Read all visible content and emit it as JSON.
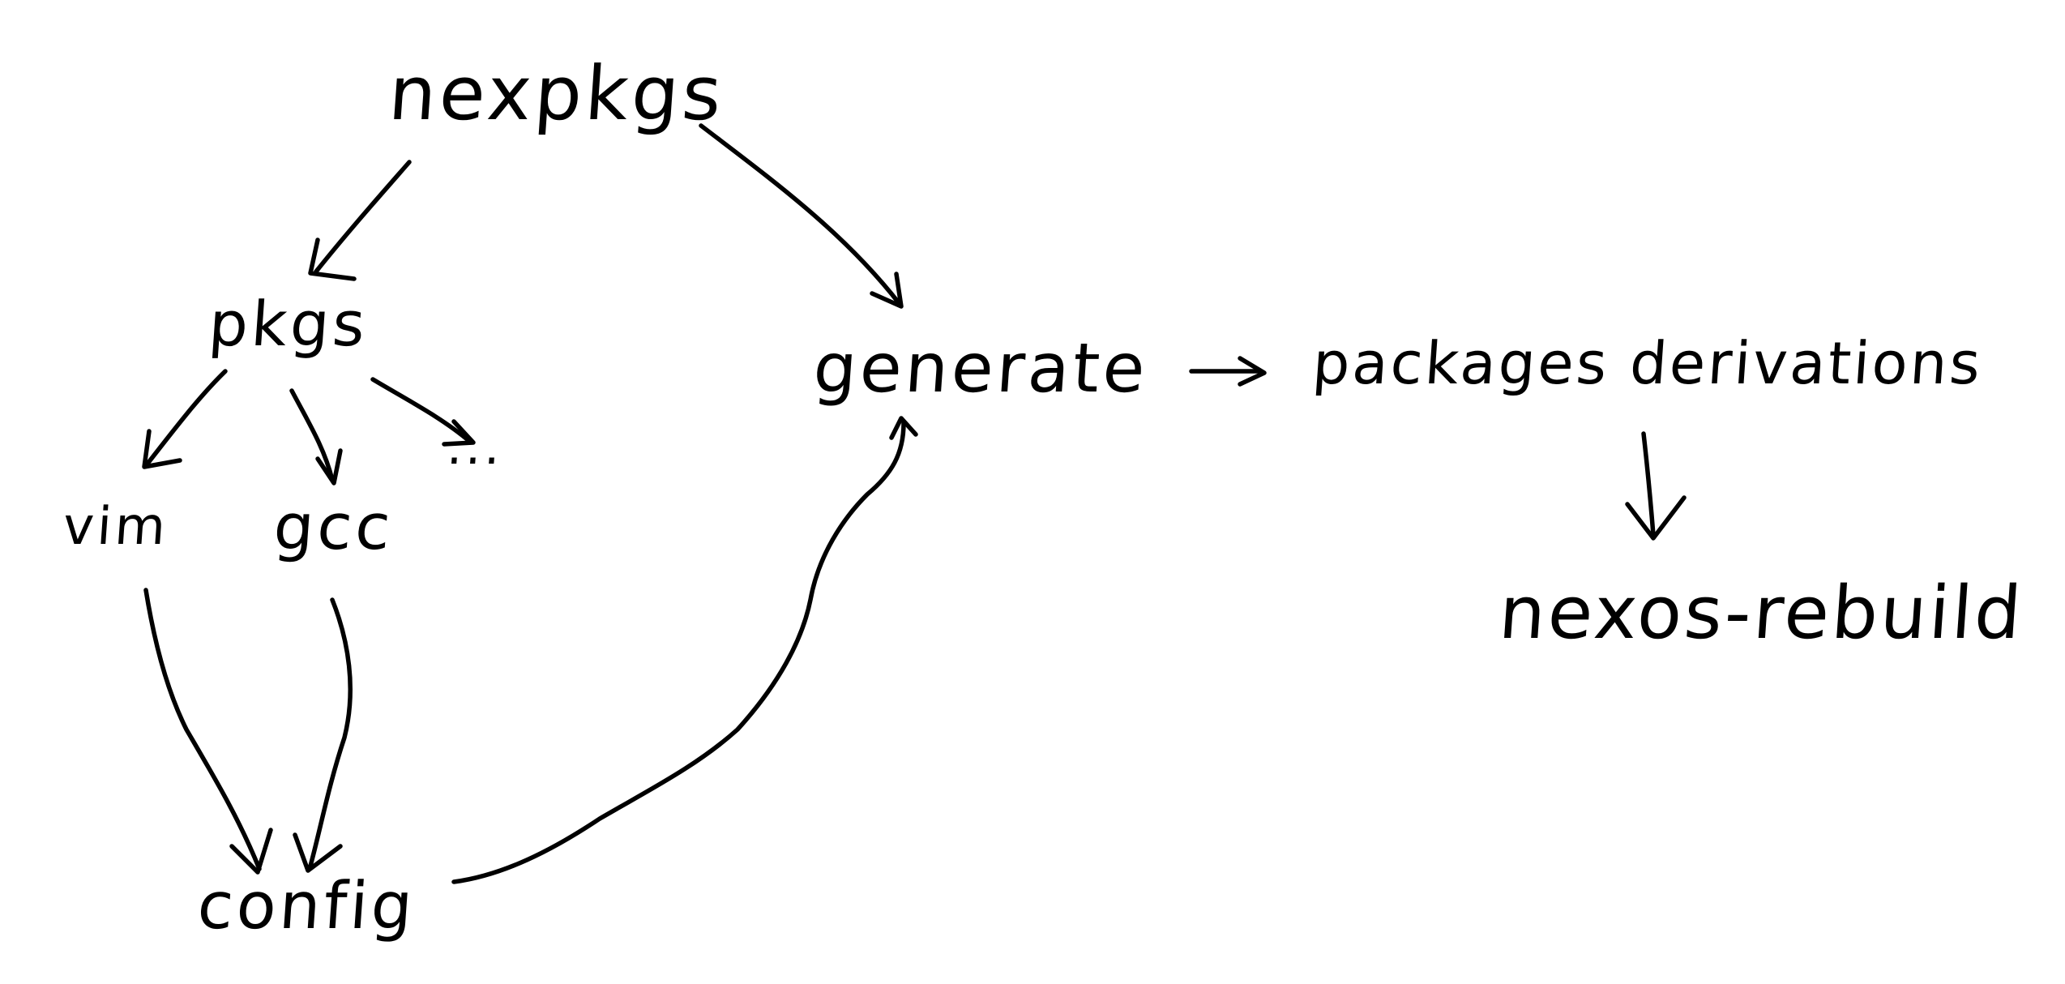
{
  "diagram": {
    "style": "hand-drawn flow diagram",
    "ink_color": "#000000",
    "background_color": "#ffffff",
    "nodes": {
      "nexpkgs": "nexpkgs",
      "pkgs": "pkgs",
      "vim": "vim",
      "gcc": "gcc",
      "ellipsis": "...",
      "config": "config",
      "generate": "generate",
      "packages_derivations": "packages derivations",
      "nexos_rebuild": "nexos-rebuild"
    },
    "edges": [
      {
        "from": "nexpkgs",
        "to": "pkgs"
      },
      {
        "from": "nexpkgs",
        "to": "generate"
      },
      {
        "from": "pkgs",
        "to": "vim"
      },
      {
        "from": "pkgs",
        "to": "gcc"
      },
      {
        "from": "pkgs",
        "to": "ellipsis"
      },
      {
        "from": "vim",
        "to": "config"
      },
      {
        "from": "gcc",
        "to": "config"
      },
      {
        "from": "config",
        "to": "generate"
      },
      {
        "from": "generate",
        "to": "packages_derivations"
      },
      {
        "from": "packages_derivations",
        "to": "nexos_rebuild"
      }
    ]
  }
}
